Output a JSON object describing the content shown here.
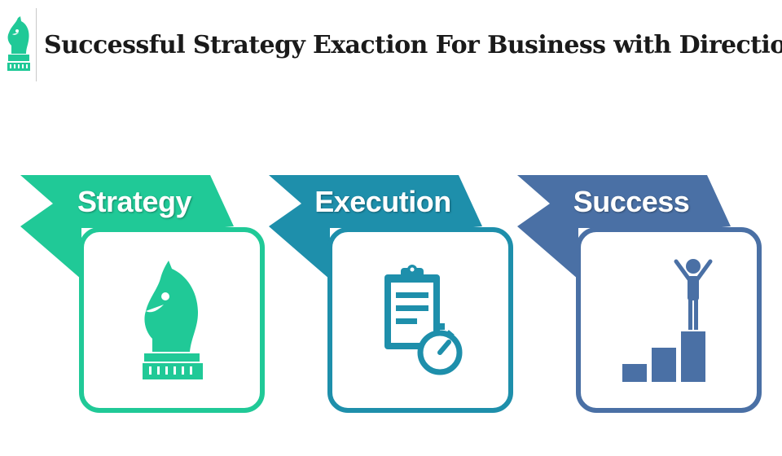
{
  "header": {
    "title": "Successful Strategy Exaction For Business with Direction",
    "logo_icon": "chess-knight-icon"
  },
  "colors": {
    "strategy": "#20c997",
    "execution": "#1e8fab",
    "success": "#4a70a5"
  },
  "steps": [
    {
      "label": "Strategy",
      "icon": "chess-knight-icon",
      "color": "#20c997"
    },
    {
      "label": "Execution",
      "icon": "clipboard-stopwatch-icon",
      "color": "#1e8fab"
    },
    {
      "label": "Success",
      "icon": "winner-podium-icon",
      "color": "#4a70a5"
    }
  ]
}
